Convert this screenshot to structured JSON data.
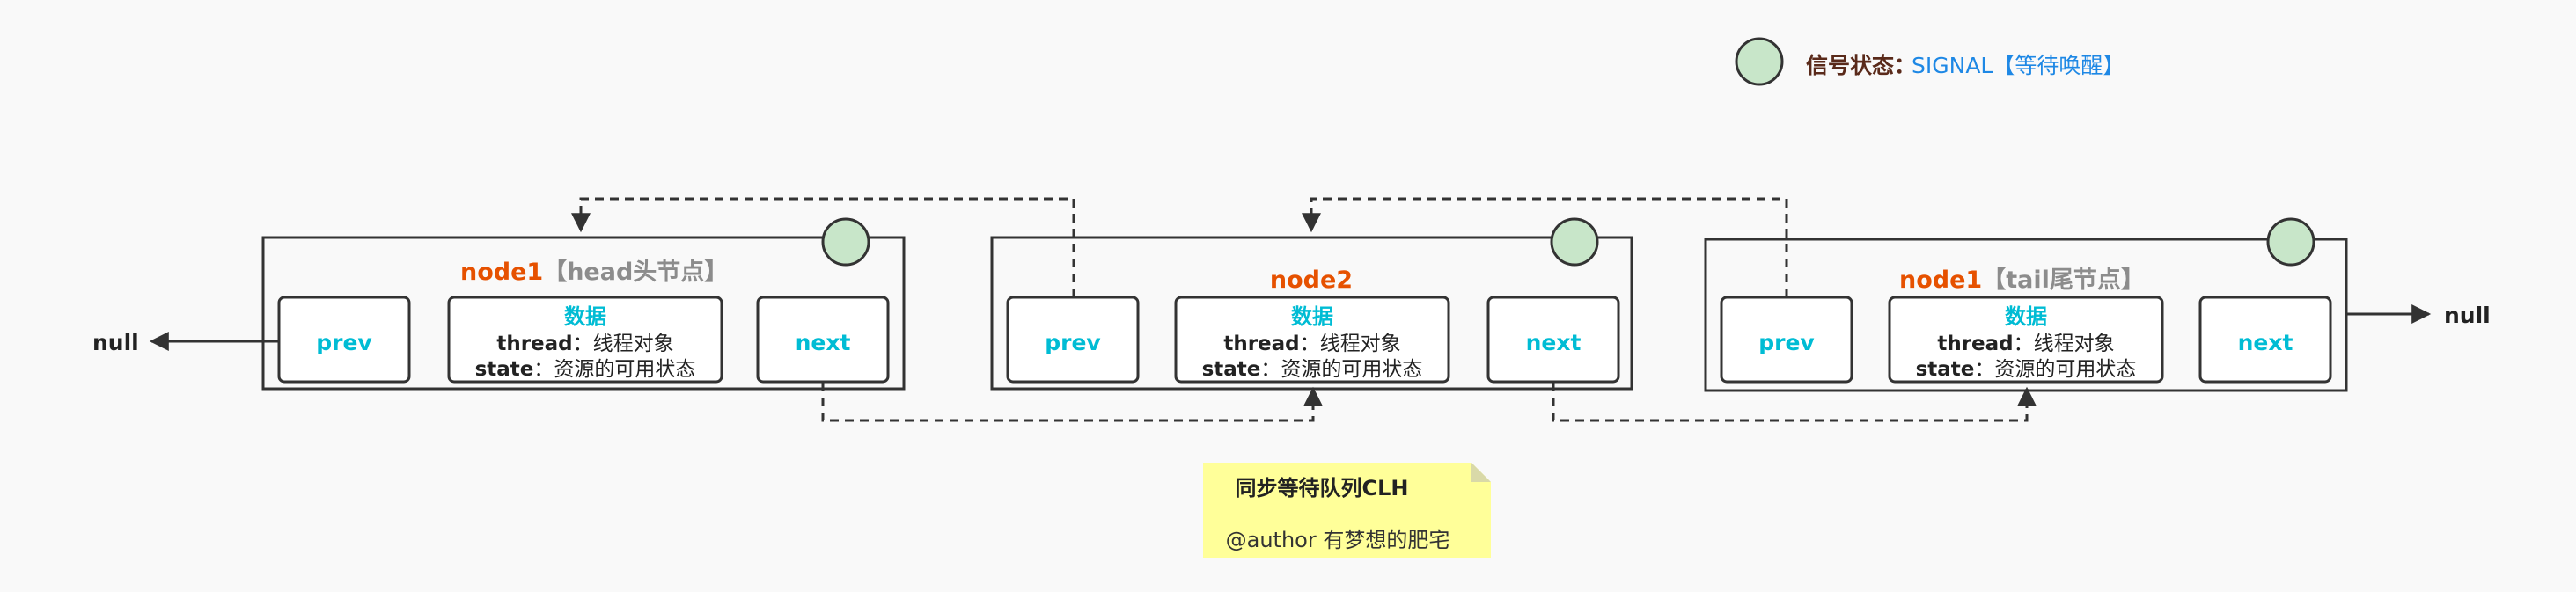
{
  "legend": {
    "label": "信号状态：",
    "value": "SIGNAL【等待唤醒】",
    "label_color": "#5a2a1a",
    "value_color": "#1e88e5",
    "circle_color": "#c8e6c9"
  },
  "null_left": "null",
  "null_right": "null",
  "nodes": [
    {
      "name": "node1",
      "suffix": "【head头节点】",
      "prev": "prev",
      "next": "next",
      "data_title": "数据",
      "thread_key": "thread",
      "thread_value": "：线程对象",
      "state_key": "state",
      "state_value": "：资源的可用状态"
    },
    {
      "name": "node2",
      "suffix": "",
      "prev": "prev",
      "next": "next",
      "data_title": "数据",
      "thread_key": "thread",
      "thread_value": "：线程对象",
      "state_key": "state",
      "state_value": "：资源的可用状态"
    },
    {
      "name": "node1",
      "suffix": "【tail尾节点】",
      "prev": "prev",
      "next": "next",
      "data_title": "数据",
      "thread_key": "thread",
      "thread_value": "：线程对象",
      "state_key": "state",
      "state_value": "：资源的可用状态"
    }
  ],
  "note": {
    "title": "同步等待队列CLH",
    "author": "@author 有梦想的肥宅",
    "color": "#ffff99"
  },
  "colors": {
    "node_name": "#e65100",
    "suffix": "#8c8c8c",
    "pointer": "#00bcd4",
    "data_title": "#00bcd4",
    "text": "#222222",
    "line": "#333333",
    "status_circle": "#c8e6c9"
  }
}
